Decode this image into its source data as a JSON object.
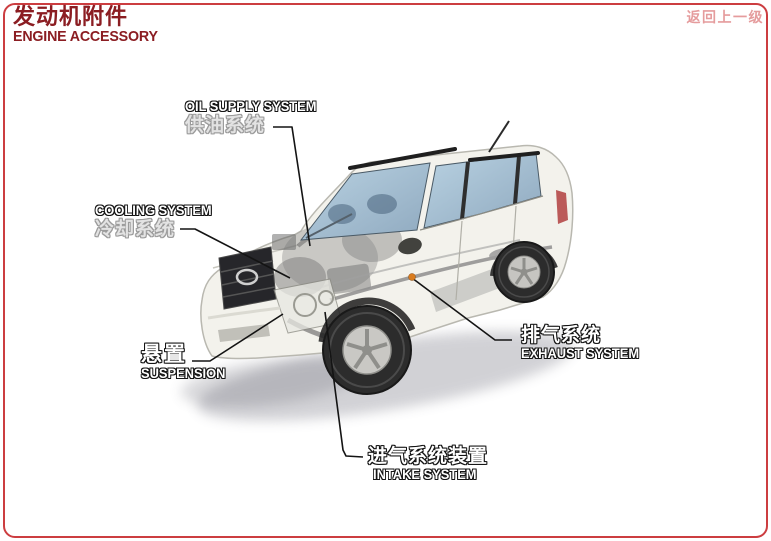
{
  "header": {
    "title_cn": "发动机附件",
    "title_en": "ENGINE ACCESSORY",
    "back_link_label": "返回上一级"
  },
  "colors": {
    "background": "#ffffff",
    "frame": "#cc3d40",
    "title": "#8b1d22",
    "back_link": "#e59c9d",
    "label_fill": "#ffffff",
    "label_outline": "#141414",
    "subtitle_fill": "#e3e3e3",
    "subtitle_outline": "#9b9b9b",
    "leader_line": "#141414",
    "exhaust_marker_dot": "#d97c1e",
    "window_glass": "#a9c3d6",
    "car_body": "#f3f2ec"
  },
  "diagram": {
    "vehicle": "suv-cutaway-illustration",
    "hotspots": [
      {
        "id": "oil-supply",
        "en": "OIL SUPPLY SYSTEM",
        "cn": "供油系统"
      },
      {
        "id": "cooling",
        "en": "COOLING SYSTEM",
        "cn": "冷却系统"
      },
      {
        "id": "suspension",
        "en": "SUSPENSION",
        "cn": "悬置"
      },
      {
        "id": "intake",
        "en": "INTAKE SYSTEM",
        "cn": "进气系统装置"
      },
      {
        "id": "exhaust",
        "en": "EXHAUST SYSTEM",
        "cn": "排气系统"
      }
    ]
  }
}
